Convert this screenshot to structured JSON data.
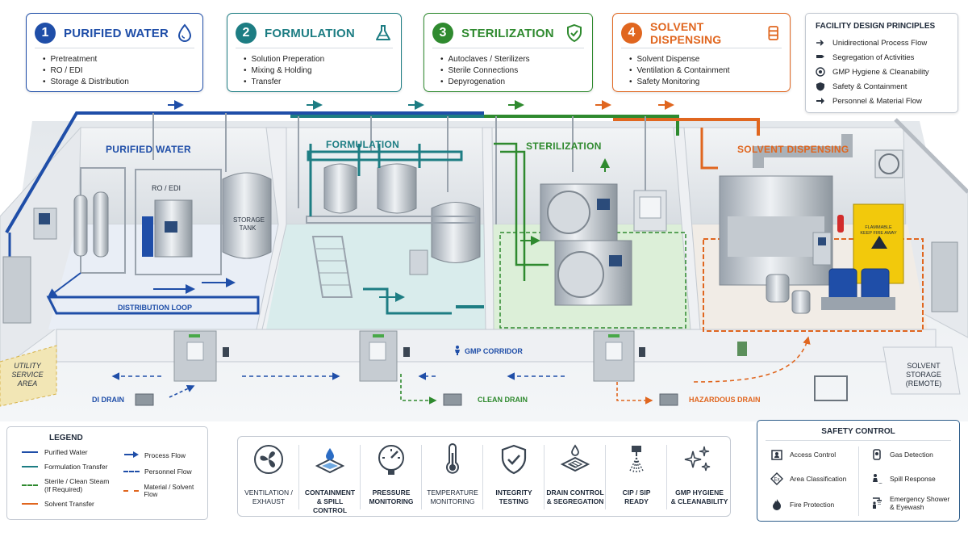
{
  "stages": [
    {
      "num": "1",
      "title": "PURIFIED WATER",
      "items": [
        "Pretreatment",
        "RO / EDI",
        "Storage & Distribution"
      ],
      "color": "#1f4ea8",
      "icon": "water-drop-icon"
    },
    {
      "num": "2",
      "title": "FORMULATION",
      "items": [
        "Solution Preperation",
        "Mixing & Holding",
        "Transfer"
      ],
      "color": "#1d7d83",
      "icon": "flask-icon"
    },
    {
      "num": "3",
      "title": "STERILIZATION",
      "items": [
        "Autoclaves / Sterilizers",
        "Sterile Connections",
        "Depyrogenation"
      ],
      "color": "#2f8a2f",
      "icon": "shield-check-icon"
    },
    {
      "num": "4",
      "title": "SOLVENT DISPENSING",
      "items": [
        "Solvent Dispense",
        "Ventilation & Containment",
        "Safety Monitoring"
      ],
      "color": "#e0661f",
      "icon": "barrel-icon"
    }
  ],
  "principles": {
    "title": "FACILITY DESIGN PRINCIPLES",
    "items": [
      "Unidirectional Process Flow",
      "Segregation of Activities",
      "GMP Hygiene & Cleanability",
      "Safety & Containment",
      "Personnel & Material Flow"
    ]
  },
  "scene": {
    "zones": [
      "PURIFIED WATER",
      "FORMULATION",
      "STERILIZATION",
      "SOLVENT DISPENSING"
    ],
    "ro_label": "RO / EDI",
    "storage_label": "STORAGE\nTANK",
    "distribution_loop": "DISTRIBUTION LOOP",
    "gmp_corridor": "GMP CORRIDOR",
    "utility_area": "UTILITY\nSERVICE\nAREA",
    "di_drain": "DI DRAIN",
    "clean_drain": "CLEAN DRAIN",
    "hazardous_drain": "HAZARDOUS DRAIN",
    "solvent_storage": "SOLVENT\nSTORAGE\n(REMOTE)",
    "flammable_sign": "FLAMMABLE\nKEEP FIRE AWAY"
  },
  "legend": {
    "title": "LEGEND",
    "items": [
      {
        "label": "Purified Water",
        "color": "#1f4ea8",
        "style": "solid"
      },
      {
        "label": "Formulation Transfer",
        "color": "#1d7d83",
        "style": "solid"
      },
      {
        "label": "Sterile / Clean Steam\n(If Required)",
        "color": "#2f8a2f",
        "style": "dashed"
      },
      {
        "label": "Solvent Transfer",
        "color": "#e0661f",
        "style": "solid"
      },
      {
        "label": "Process Flow",
        "color": "#1f4ea8",
        "style": "arrow"
      },
      {
        "label": "Personnel Flow",
        "color": "#1f4ea8",
        "style": "dashed"
      },
      {
        "label": "Material / Solvent Flow",
        "color": "#e0661f",
        "style": "dashed"
      }
    ]
  },
  "features": [
    {
      "label": "VENTILATION /\nEXHAUST",
      "bold": false,
      "icon": "fan-icon"
    },
    {
      "label": "CONTAINMENT\n& SPILL CONTROL",
      "bold": true,
      "icon": "spill-tray-icon"
    },
    {
      "label": "PRESSURE\nMONITORING",
      "bold": true,
      "icon": "gauge-icon"
    },
    {
      "label": "TEMPERATURE\nMONITORING",
      "bold": false,
      "icon": "thermometer-icon"
    },
    {
      "label": "INTEGRITY\nTESTING",
      "bold": true,
      "icon": "shield-check-icon"
    },
    {
      "label": "DRAIN CONTROL\n& SEGREGATION",
      "bold": true,
      "icon": "drain-icon"
    },
    {
      "label": "CIP / SIP\nREADY",
      "bold": true,
      "icon": "spray-icon"
    },
    {
      "label": "GMP HYGIENE\n& CLEANABILITY",
      "bold": true,
      "icon": "sparkle-icon"
    }
  ],
  "safety": {
    "title": "SAFETY CONTROL",
    "items": [
      "Access Control",
      "Gas Detection",
      "Area Classification",
      "Spill Response",
      "Fire Protection",
      "Emergency Shower\n& Eyewash"
    ]
  }
}
